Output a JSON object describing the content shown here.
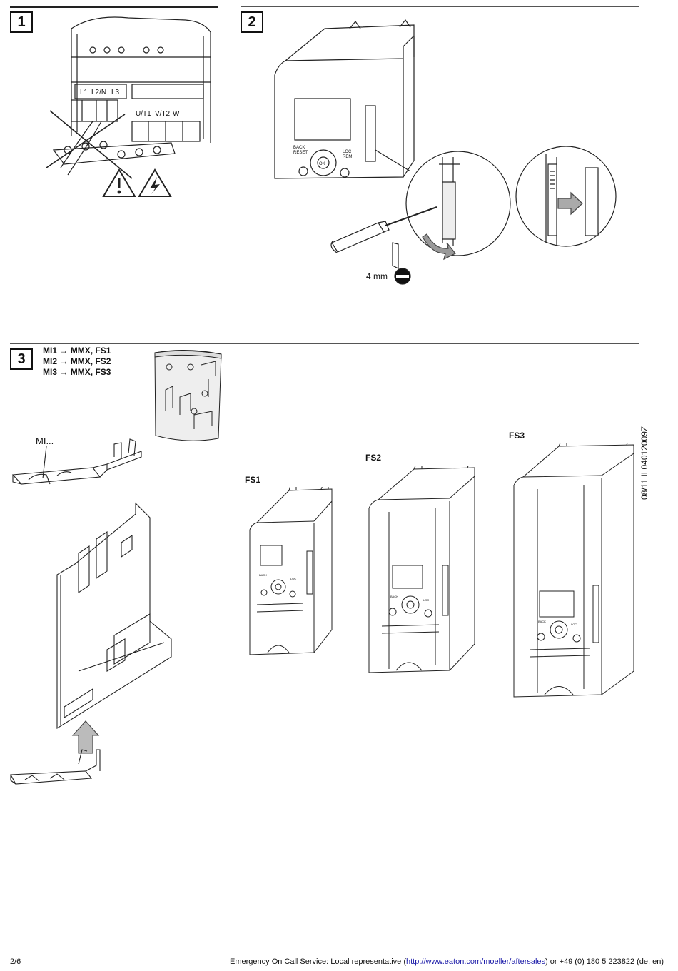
{
  "steps": [
    {
      "number": "1"
    },
    {
      "number": "2"
    },
    {
      "number": "3"
    }
  ],
  "step1": {
    "terminal_labels": [
      "L1",
      "L2/N",
      "L3",
      "U/T1",
      "V/T2",
      "W"
    ]
  },
  "step2": {
    "keypad": {
      "back_reset": [
        "BACK",
        "RESET"
      ],
      "loc_rem": [
        "LOC",
        "REM"
      ],
      "ok": "OK"
    },
    "tool_size": "4 mm"
  },
  "step3": {
    "mapping": [
      {
        "kit": "MI1",
        "target": "MMX, FS1"
      },
      {
        "kit": "MI2",
        "target": "MMX, FS2"
      },
      {
        "kit": "MI3",
        "target": "MMX, FS3"
      }
    ],
    "arrow_glyph": "→",
    "kit_label": "MI...",
    "frame_sizes": [
      "FS1",
      "FS2",
      "FS3"
    ]
  },
  "document_id": "08/11 IL04012009Z",
  "footer": {
    "page": "2/6",
    "text_before": "Emergency On Call Service: Local representative (",
    "link": "http://www.eaton.com/moeller/aftersales",
    "text_after": ") or +49 (0) 180 5 223822 (de, en)"
  }
}
